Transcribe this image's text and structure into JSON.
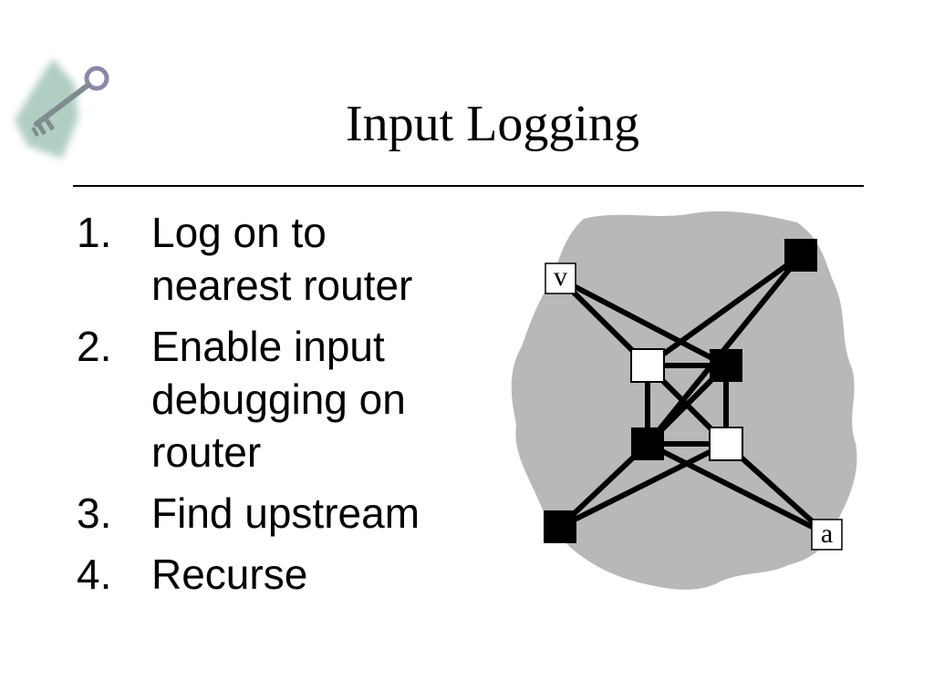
{
  "slide": {
    "title": "Input Logging",
    "steps": [
      {
        "num": "1.",
        "text": "Log on to nearest router"
      },
      {
        "num": "2.",
        "text": "Enable input debugging on router"
      },
      {
        "num": "3.",
        "text": "Find upstream"
      },
      {
        "num": "4.",
        "text": "Recurse"
      }
    ]
  },
  "diagram": {
    "victim_label": "v",
    "attacker_label": "a"
  },
  "colors": {
    "cloud": "#b8b8b8",
    "router_filled": "#000000",
    "router_empty": "#ffffff",
    "link": "#000000",
    "key_logo": "#9fbfb3"
  }
}
